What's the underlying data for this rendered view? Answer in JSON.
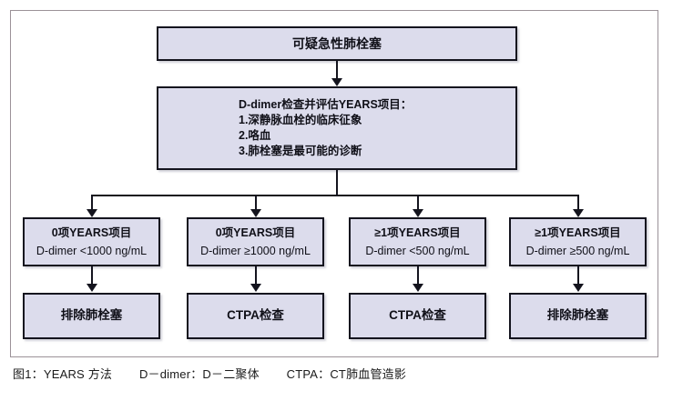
{
  "figure": {
    "title_box": {
      "text": "可疑急性肺栓塞"
    },
    "assessment_box": {
      "heading": "D-dimer检查并评估YEARS项目：",
      "item1": "1.深静脉血栓的临床征象",
      "item2": "2.咯血",
      "item3": "3.肺栓塞是最可能的诊断"
    },
    "criteria": [
      {
        "years": "0项YEARS项目",
        "ddimer": "D-dimer <1000 ng/mL"
      },
      {
        "years": "0项YEARS项目",
        "ddimer": "D-dimer ≥1000 ng/mL"
      },
      {
        "years": "≥1项YEARS项目",
        "ddimer": "D-dimer <500 ng/mL"
      },
      {
        "years": "≥1项YEARS项目",
        "ddimer": "D-dimer ≥500 ng/mL"
      }
    ],
    "outcomes": [
      {
        "text": "排除肺栓塞"
      },
      {
        "text": "CTPA检查"
      },
      {
        "text": "CTPA检查"
      },
      {
        "text": "排除肺栓塞"
      }
    ],
    "caption": {
      "part1": "图1：YEARS 方法",
      "part2": "D－dimer：D－二聚体",
      "part3": "CTPA：CT肺血管造影"
    },
    "colors": {
      "node_fill": "#dcdcec",
      "node_border": "#14141e",
      "frame_border": "#9b9298",
      "background": "#ffffff"
    }
  }
}
